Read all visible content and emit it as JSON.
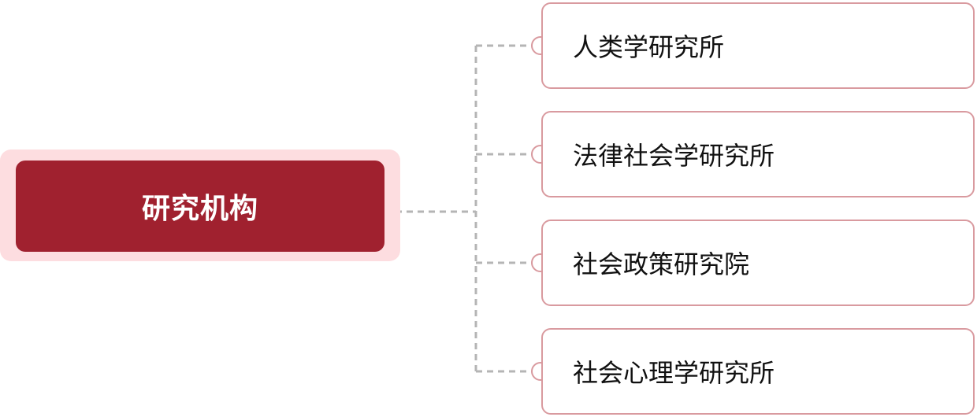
{
  "root": {
    "label": "研究机构"
  },
  "children": [
    {
      "label": "人类学研究所"
    },
    {
      "label": "法律社会学研究所"
    },
    {
      "label": "社会政策研究院"
    },
    {
      "label": "社会心理学研究所"
    }
  ],
  "colors": {
    "root_fill": "#a0212f",
    "root_halo": "#fddde0",
    "child_border": "#d99a9f",
    "connector": "#b5b5b5"
  }
}
